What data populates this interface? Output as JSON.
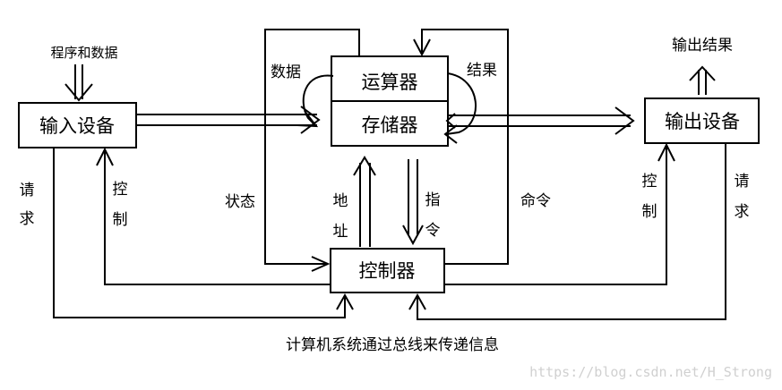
{
  "labels": {
    "program_data": "程序和数据",
    "input_device": "输入设备",
    "alu": "运算器",
    "memory": "存储器",
    "output_device": "输出设备",
    "output_result": "输出结果",
    "controller": "控制器",
    "data": "数据",
    "result": "结果",
    "state": "状态",
    "command": "命令",
    "address_1": "地",
    "address_2": "址",
    "instruction_1": "指",
    "instruction_2": "令",
    "request_left_1": "请",
    "request_left_2": "求",
    "control_left_1": "控",
    "control_left_2": "制",
    "control_right_1": "控",
    "control_right_2": "制",
    "request_right_1": "请",
    "request_right_2": "求",
    "caption": "计算机系统通过总线来传递信息",
    "watermark": "https://blog.csdn.net/H_Strong"
  }
}
